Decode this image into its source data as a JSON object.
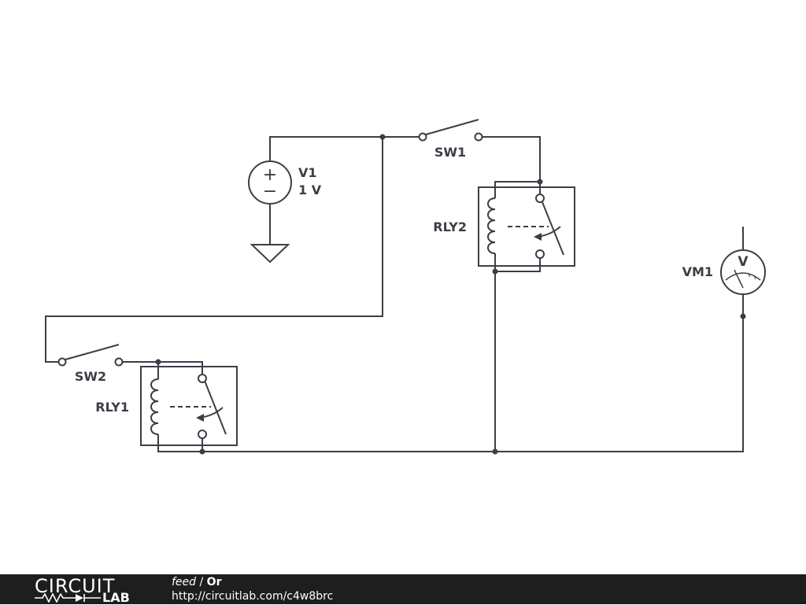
{
  "components": {
    "v1": {
      "name": "V1",
      "value": "1 V"
    },
    "sw1": {
      "name": "SW1"
    },
    "sw2": {
      "name": "SW2"
    },
    "rly1": {
      "name": "RLY1"
    },
    "rly2": {
      "name": "RLY2"
    },
    "vm1": {
      "name": "VM1",
      "symbol": "V"
    },
    "source_symbols": {
      "plus": "+",
      "minus": "−"
    }
  },
  "footer": {
    "logo_top": "CIRCUIT",
    "logo_bottom": "LAB",
    "user": "feed",
    "separator": " / ",
    "circuit_title": "Or",
    "url": "http://circuitlab.com/c4w8brc"
  },
  "colors": {
    "line": "#3a3f46",
    "footer_bg": "#1e1e1e",
    "footer_text": "#ffffff"
  }
}
